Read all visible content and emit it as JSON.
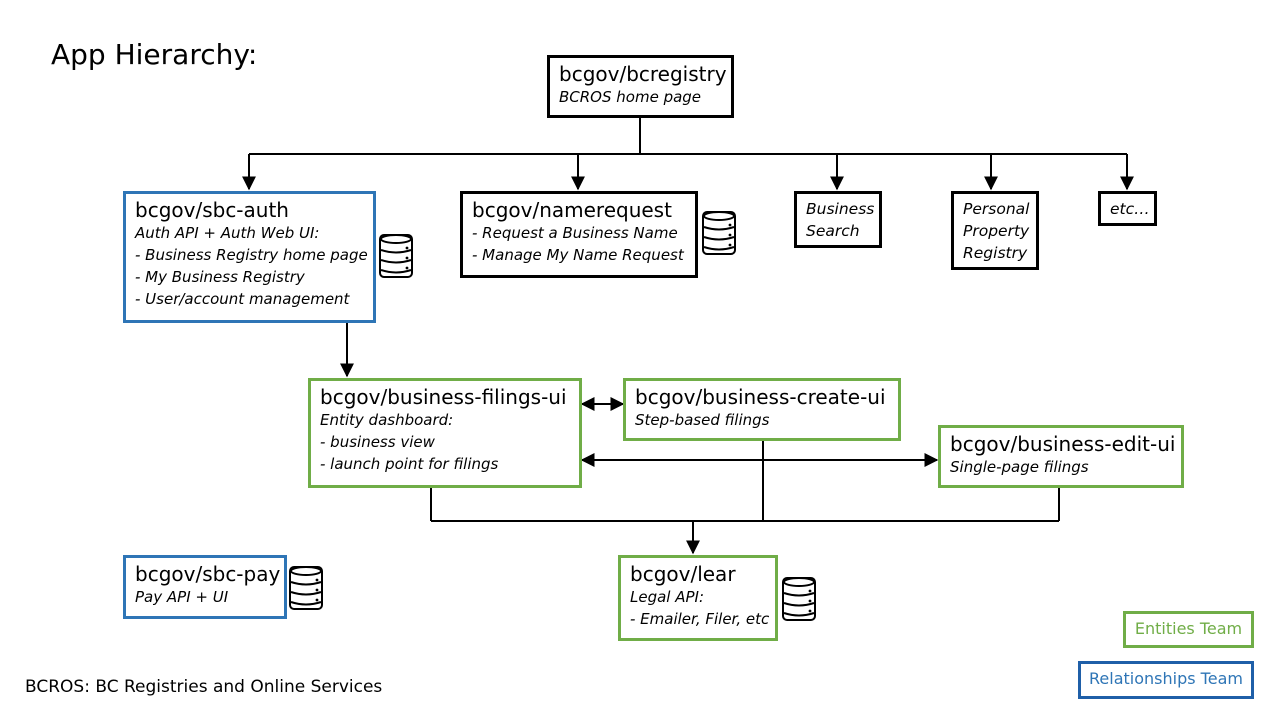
{
  "page": {
    "title": "App Hierarchy:"
  },
  "nodes": {
    "bcregistry": {
      "title": "bcgov/bcregistry",
      "desc": "BCROS home page"
    },
    "sbc_auth": {
      "title": "bcgov/sbc-auth",
      "desc": "Auth API + Auth Web UI:",
      "items": [
        "- Business Registry home page",
        "- My Business Registry",
        "- User/account management"
      ]
    },
    "namerequest": {
      "title": "bcgov/namerequest",
      "items": [
        "- Request a Business Name",
        "- Manage My Name Request"
      ]
    },
    "business_search": {
      "lines": [
        "Business",
        "Search"
      ]
    },
    "ppr": {
      "lines": [
        "Personal",
        "Property",
        "Registry"
      ]
    },
    "etc": {
      "lines": [
        "etc…"
      ]
    },
    "business_filings_ui": {
      "title": "bcgov/business-filings-ui",
      "desc": "Entity dashboard:",
      "items": [
        "- business view",
        "- launch point for filings"
      ]
    },
    "business_create_ui": {
      "title": "bcgov/business-create-ui",
      "desc": "Step-based filings"
    },
    "business_edit_ui": {
      "title": "bcgov/business-edit-ui",
      "desc": "Single-page filings"
    },
    "sbc_pay": {
      "title": "bcgov/sbc-pay",
      "desc": "Pay API + UI"
    },
    "lear": {
      "title": "bcgov/lear",
      "desc": "Legal API:",
      "items": [
        "- Emailer, Filer, etc"
      ]
    }
  },
  "legend": {
    "entities": "Entities Team",
    "relationships": "Relationships Team"
  },
  "colors": {
    "entities_team": "#70ad47",
    "relationships_team": "#2e75b6",
    "other": "#000000"
  },
  "icons": {
    "database": "database-icon"
  },
  "footnote": "BCROS: BC Registries and Online Services"
}
